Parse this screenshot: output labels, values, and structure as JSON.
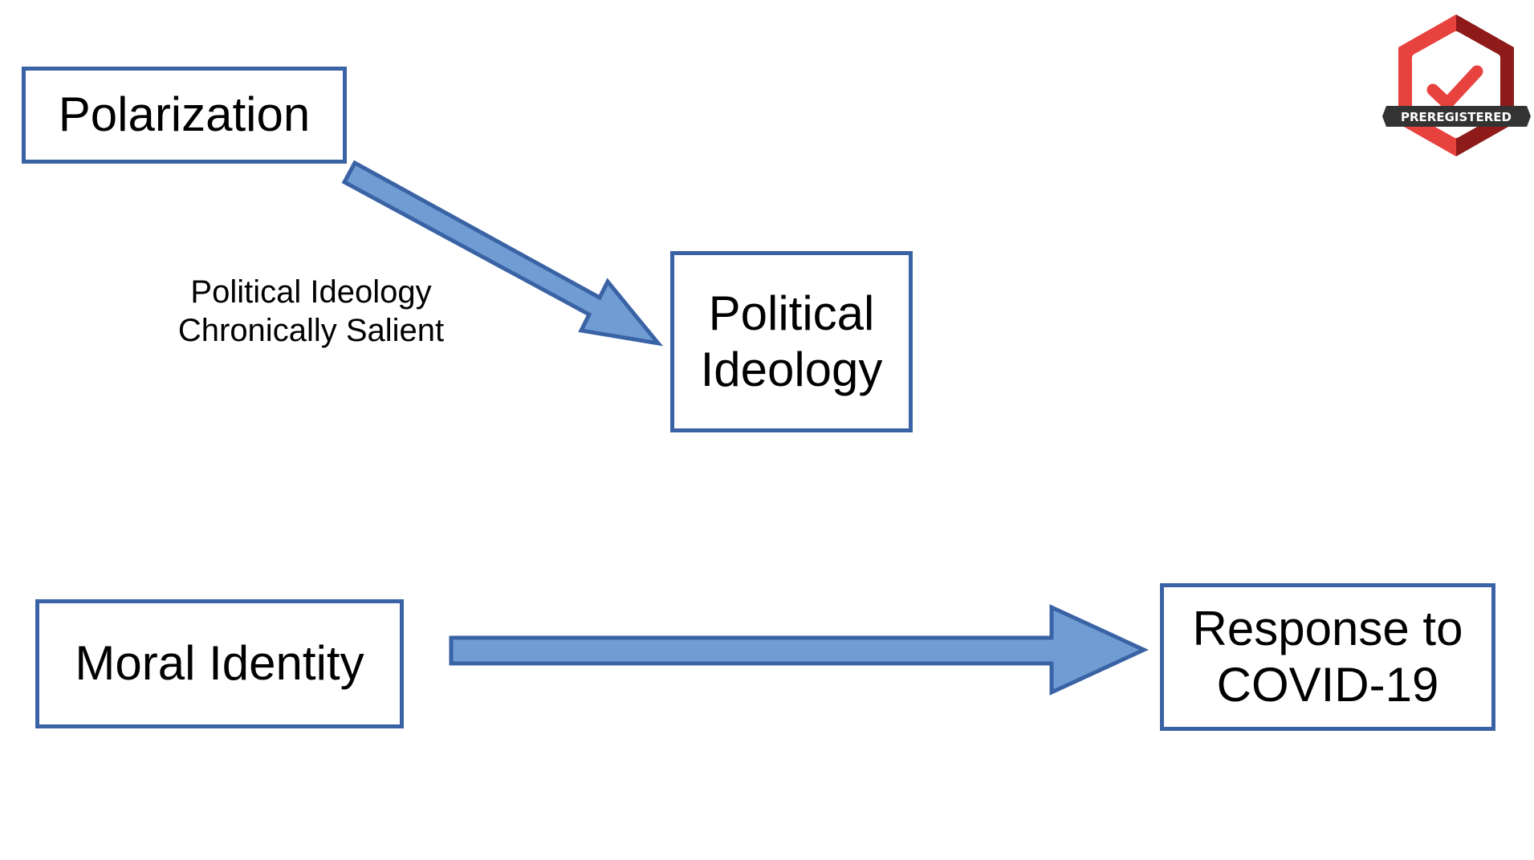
{
  "nodes": {
    "polarization": "Polarization",
    "political_ideology": "Political\nIdeology",
    "moral_identity": "Moral Identity",
    "response": "Response to\nCOVID-19"
  },
  "edges": {
    "polarization_to_ideology_label": "Political Ideology\nChronically Salient"
  },
  "badge": {
    "text": "PREREGISTERED",
    "icon": "checkmark-icon"
  },
  "colors": {
    "box_border": "#3A63A5",
    "arrow_fill": "#6F9DD3",
    "arrow_stroke": "#3A63A5",
    "badge_red": "#E8423F",
    "badge_dark_red": "#8E1A1A",
    "badge_banner": "#333333"
  }
}
